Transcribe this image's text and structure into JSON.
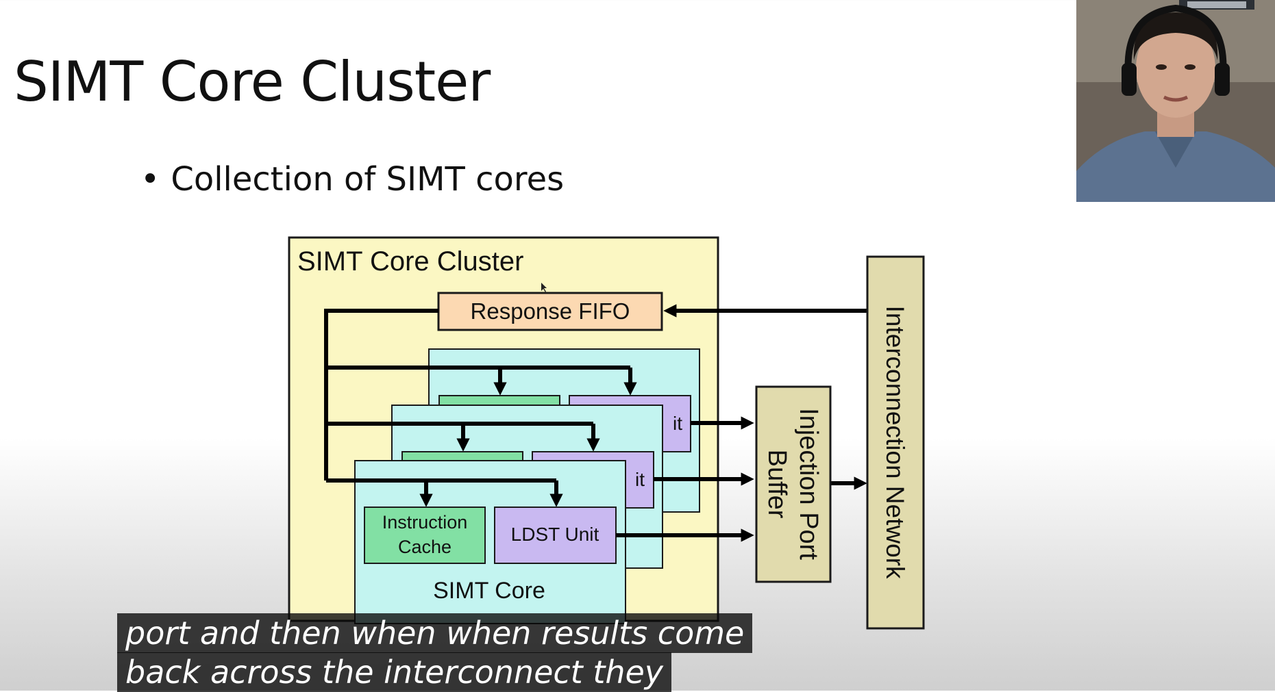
{
  "slide": {
    "title": "SIMT Core Cluster",
    "bullet": "Collection of SIMT cores"
  },
  "diagram": {
    "cluster_label": "SIMT Core Cluster",
    "response_fifo": "Response FIFO",
    "instruction_cache_line1": "Instruction",
    "instruction_cache_line2": "Cache",
    "ldst_unit": "LDST Unit",
    "simt_core": "SIMT Core",
    "ldst_partial": "it",
    "injection_port_line1": "Injection Port",
    "injection_port_line2": "Buffer",
    "interconnection_network": "Interconnection Network",
    "colors": {
      "cluster_fill": "#fbf7c3",
      "fifo_fill": "#fcd9b2",
      "core_fill": "#c3f4f0",
      "icache_fill": "#82e0a4",
      "ldst_fill": "#c9b9f1",
      "buffer_fill": "#e1dbad"
    }
  },
  "captions": {
    "line1": "port and then when when results come",
    "line2": "back across the interconnect they"
  },
  "webcam": {
    "description_icon": "presenter-video-icon"
  }
}
